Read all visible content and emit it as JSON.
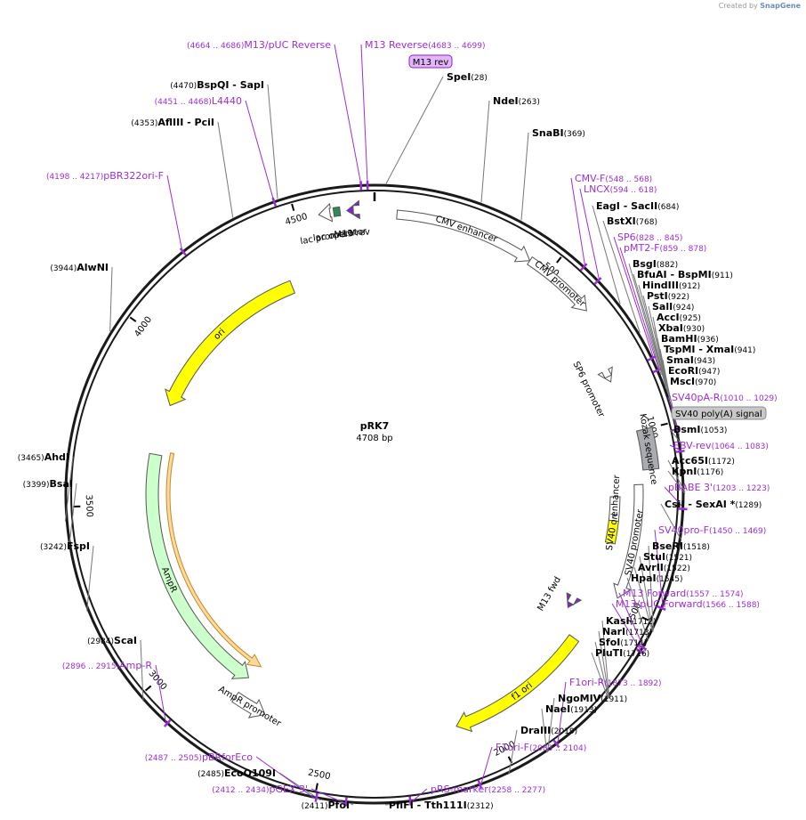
{
  "credit": {
    "prefix": "Created by",
    "brand": "SnapGene"
  },
  "plasmid": {
    "name": "pRK7",
    "length_text": "4708 bp",
    "length": 4708
  },
  "colors": {
    "primer": "#9b2fd6",
    "site": "#000000",
    "ori": "#ffff00",
    "ampr": "#ccffcc",
    "kozak": "#a9abb0",
    "m13": "#8a1fd9",
    "ampr_highlight": "#ffd99a"
  },
  "ticks": [
    {
      "bp": 500,
      "label": "500"
    },
    {
      "bp": 1000,
      "label": "1000"
    },
    {
      "bp": 1500,
      "label": "1500"
    },
    {
      "bp": 2000,
      "label": "2000"
    },
    {
      "bp": 2500,
      "label": "2500"
    },
    {
      "bp": 3000,
      "label": "3000"
    },
    {
      "bp": 3500,
      "label": "3500"
    },
    {
      "bp": 4000,
      "label": "4000"
    },
    {
      "bp": 4500,
      "label": "4500"
    }
  ],
  "features": [
    {
      "name": "CMV enhancer",
      "start": 60,
      "end": 440,
      "dir": 1,
      "color": "#ffffff",
      "label": "CMV enhancer"
    },
    {
      "name": "CMV promoter",
      "start": 440,
      "end": 643,
      "dir": 1,
      "color": "#ffffff",
      "label": "CMV promoter"
    },
    {
      "name": "SP6 promoter",
      "start": 828,
      "end": 845,
      "dir": 1,
      "color": "#ffffff",
      "label": "SP6 promoter"
    },
    {
      "name": "Kozak sequence",
      "start": 1000,
      "end": 1110,
      "dir": 0,
      "color": "#a9abb0",
      "label": "Kozak sequence"
    },
    {
      "name": "SV40 enhancer",
      "start": 1185,
      "end": 1260,
      "dir": 0,
      "color": "#ffffff",
      "label": "SV40 enhancer"
    },
    {
      "name": "SV40 ori",
      "start": 1260,
      "end": 1330,
      "dir": 0,
      "color": "#ffff00",
      "label": "SV40 ori"
    },
    {
      "name": "SV40 promoter",
      "start": 1150,
      "end": 1480,
      "dir": 1,
      "color": "#ffffff",
      "label": "SV40 promoter"
    },
    {
      "name": "M13 fwd",
      "start": 1557,
      "end": 1574,
      "dir": 1,
      "color": "#8a1fd9",
      "label": "M13 fwd"
    },
    {
      "name": "f1 ori",
      "start": 1645,
      "end": 2100,
      "dir": 1,
      "color": "#ffff00",
      "label": "f1 ori"
    },
    {
      "name": "AmpR promoter",
      "start": 2700,
      "end": 2805,
      "dir": -1,
      "color": "#ffffff",
      "label": "AmpR promoter"
    },
    {
      "name": "AmpR",
      "start": 2805,
      "end": 3665,
      "dir": -1,
      "color": "#ccffcc",
      "label": "AmpR"
    },
    {
      "name": "ori",
      "start": 3837,
      "end": 4425,
      "dir": -1,
      "color": "#ffff00",
      "label": "ori"
    },
    {
      "name": "lac promoter",
      "start": 4560,
      "end": 4590,
      "dir": -1,
      "color": "#ffffff",
      "label": "lac promoter"
    },
    {
      "name": "lac operator",
      "start": 4600,
      "end": 4617,
      "dir": 0,
      "color": "#2e8b57",
      "label": "lac operator"
    },
    {
      "name": "M13 rev",
      "start": 4635,
      "end": 4652,
      "dir": -1,
      "color": "#8a1fd9",
      "label": "M13 rev"
    }
  ],
  "m13_rev_badge": "M13 rev",
  "sv40_polya_badge": "SV40 poly(A) signal",
  "right_labels": [
    {
      "kind": "primer",
      "name": "CMV-F",
      "pos": "(548 .. 568)",
      "bp": 558
    },
    {
      "kind": "primer",
      "name": "LNCX",
      "pos": "(594 .. 618)",
      "bp": 606
    },
    {
      "kind": "site",
      "name": "EagI",
      "name2": "SacII",
      "pos": "(684)",
      "bp": 684
    },
    {
      "kind": "site",
      "name": "BstXI",
      "pos": "(768)",
      "bp": 768
    },
    {
      "kind": "primer",
      "name": "SP6",
      "pos": "(828 .. 845)",
      "bp": 836
    },
    {
      "kind": "primer",
      "name": "pMT2-F",
      "pos": "(859 .. 878)",
      "bp": 868
    },
    {
      "kind": "site",
      "name": "BsgI",
      "pos": "(882)",
      "bp": 882
    },
    {
      "kind": "site",
      "name": "BfuAI",
      "name2": "BspMI",
      "pos": "(911)",
      "bp": 911
    },
    {
      "kind": "site",
      "name": "HindIII",
      "pos": "(912)",
      "bp": 912
    },
    {
      "kind": "site",
      "name": "PstI",
      "pos": "(922)",
      "bp": 922
    },
    {
      "kind": "site",
      "name": "SalI",
      "pos": "(924)",
      "bp": 924
    },
    {
      "kind": "site",
      "name": "AccI",
      "pos": "(925)",
      "bp": 925
    },
    {
      "kind": "site",
      "name": "XbaI",
      "pos": "(930)",
      "bp": 930
    },
    {
      "kind": "site",
      "name": "BamHI",
      "pos": "(936)",
      "bp": 936
    },
    {
      "kind": "site",
      "name": "TspMI",
      "name2": "XmaI",
      "pos": "(941)",
      "bp": 941
    },
    {
      "kind": "site",
      "name": "SmaI",
      "pos": "(943)",
      "bp": 943
    },
    {
      "kind": "site",
      "name": "EcoRI",
      "pos": "(947)",
      "bp": 947
    },
    {
      "kind": "site",
      "name": "MscI",
      "pos": "(970)",
      "bp": 970
    },
    {
      "kind": "primer",
      "name": "SV40pA-R",
      "pos": "(1010 .. 1029)",
      "bp": 1019
    },
    {
      "kind": "badge",
      "name": "SV40 poly(A) signal",
      "pos": "",
      "bp": 1035
    },
    {
      "kind": "site",
      "name": "BsmI",
      "pos": "(1053)",
      "bp": 1053
    },
    {
      "kind": "primer",
      "name": "EBV-rev",
      "pos": "(1064 .. 1083)",
      "bp": 1073
    },
    {
      "kind": "site",
      "name": "Acc65I",
      "pos": "(1172)",
      "bp": 1172
    },
    {
      "kind": "site",
      "name": "KpnI",
      "pos": "(1176)",
      "bp": 1176
    },
    {
      "kind": "primer",
      "name": "pBABE 3'",
      "pos": "(1203 .. 1223)",
      "bp": 1213
    },
    {
      "kind": "site",
      "name": "CsiI",
      "name2": "SexAI *",
      "pos": "(1289)",
      "bp": 1289
    },
    {
      "kind": "primer",
      "name": "SV40pro-F",
      "pos": "(1450 .. 1469)",
      "bp": 1460
    },
    {
      "kind": "site",
      "name": "BseRI",
      "pos": "(1518)",
      "bp": 1518
    },
    {
      "kind": "site",
      "name": "StuI",
      "pos": "(1521)",
      "bp": 1521
    },
    {
      "kind": "site",
      "name": "AvrII",
      "pos": "(1522)",
      "bp": 1522
    },
    {
      "kind": "site",
      "name": "HpaI",
      "pos": "(1545)",
      "bp": 1545
    },
    {
      "kind": "primer",
      "name": "M13 Forward",
      "pos": "(1557 .. 1574)",
      "bp": 1566
    },
    {
      "kind": "primer",
      "name": "M13/pUC Forward",
      "pos": "(1566 .. 1588)",
      "bp": 1577
    },
    {
      "kind": "site",
      "name": "KasI",
      "pos": "(1712)",
      "bp": 1712
    },
    {
      "kind": "site",
      "name": "NarI",
      "pos": "(1713)",
      "bp": 1713
    },
    {
      "kind": "site",
      "name": "SfoI",
      "pos": "(1714)",
      "bp": 1714
    },
    {
      "kind": "site",
      "name": "PluTI",
      "pos": "(1716)",
      "bp": 1716
    },
    {
      "kind": "primer",
      "name": "F1ori-R",
      "pos": "(1873 .. 1892)",
      "bp": 1882
    },
    {
      "kind": "site",
      "name": "NgoMIV",
      "pos": "(1911)",
      "bp": 1911
    },
    {
      "kind": "site",
      "name": "NaeI",
      "pos": "(1913)",
      "bp": 1913
    },
    {
      "kind": "site",
      "name": "DraIII",
      "pos": "(2019)",
      "bp": 2019
    },
    {
      "kind": "primer",
      "name": "F1ori-F",
      "pos": "(2083 .. 2104)",
      "bp": 2093
    }
  ],
  "bottom_labels": [
    {
      "kind": "site",
      "name": "PflFI",
      "name2": "Tth111I",
      "pos": "(2312)",
      "bp": 2312
    },
    {
      "kind": "primer",
      "name": "pRS-marker",
      "pos": "(2258 .. 2277)",
      "bp": 2267
    },
    {
      "kind": "site",
      "name": "PfoI",
      "pos": "(2411)",
      "bp": 2411
    }
  ],
  "left_labels": [
    {
      "kind": "primer",
      "name": "pGEX 3'",
      "pos": "(2412 .. 2434)",
      "bp": 2423
    },
    {
      "kind": "site",
      "name": "EcoO109I",
      "pos": "(2485)",
      "bp": 2485
    },
    {
      "kind": "primer",
      "name": "pBRforEco",
      "pos": "(2487 .. 2505)",
      "bp": 2496
    },
    {
      "kind": "primer",
      "name": "Amp-R",
      "pos": "(2896 .. 2915)",
      "bp": 2905
    },
    {
      "kind": "site",
      "name": "ScaI",
      "pos": "(2984)",
      "bp": 2984
    },
    {
      "kind": "site",
      "name": "FspI",
      "pos": "(3242)",
      "bp": 3242
    },
    {
      "kind": "site",
      "name": "BsaI",
      "pos": "(3399)",
      "bp": 3399
    },
    {
      "kind": "site",
      "name": "AhdI",
      "pos": "(3465)",
      "bp": 3465
    },
    {
      "kind": "site",
      "name": "AlwNI",
      "pos": "(3944)",
      "bp": 3944
    },
    {
      "kind": "primer",
      "name": "pBR322ori-F",
      "pos": "(4198 .. 4217)",
      "bp": 4207
    },
    {
      "kind": "site",
      "name": "AflIII",
      "name2": "PciI",
      "pos": "(4353)",
      "bp": 4353
    },
    {
      "kind": "primer",
      "name": "L4440",
      "pos": "(4451 .. 4468)",
      "bp": 4460
    },
    {
      "kind": "site",
      "name": "BspQI",
      "name2": "SapI",
      "pos": "(4470)",
      "bp": 4470
    },
    {
      "kind": "primer",
      "name": "M13/pUC Reverse",
      "pos": "(4664 .. 4686)",
      "bp": 4675
    }
  ],
  "top_labels": [
    {
      "kind": "primer",
      "name": "M13 Reverse",
      "pos": "(4683 .. 4699)",
      "bp": 4691
    },
    {
      "kind": "site",
      "name": "SpeI",
      "pos": "(28)",
      "bp": 28
    },
    {
      "kind": "site",
      "name": "NdeI",
      "pos": "(263)",
      "bp": 263
    },
    {
      "kind": "site",
      "name": "SnaBI",
      "pos": "(369)",
      "bp": 369
    }
  ]
}
